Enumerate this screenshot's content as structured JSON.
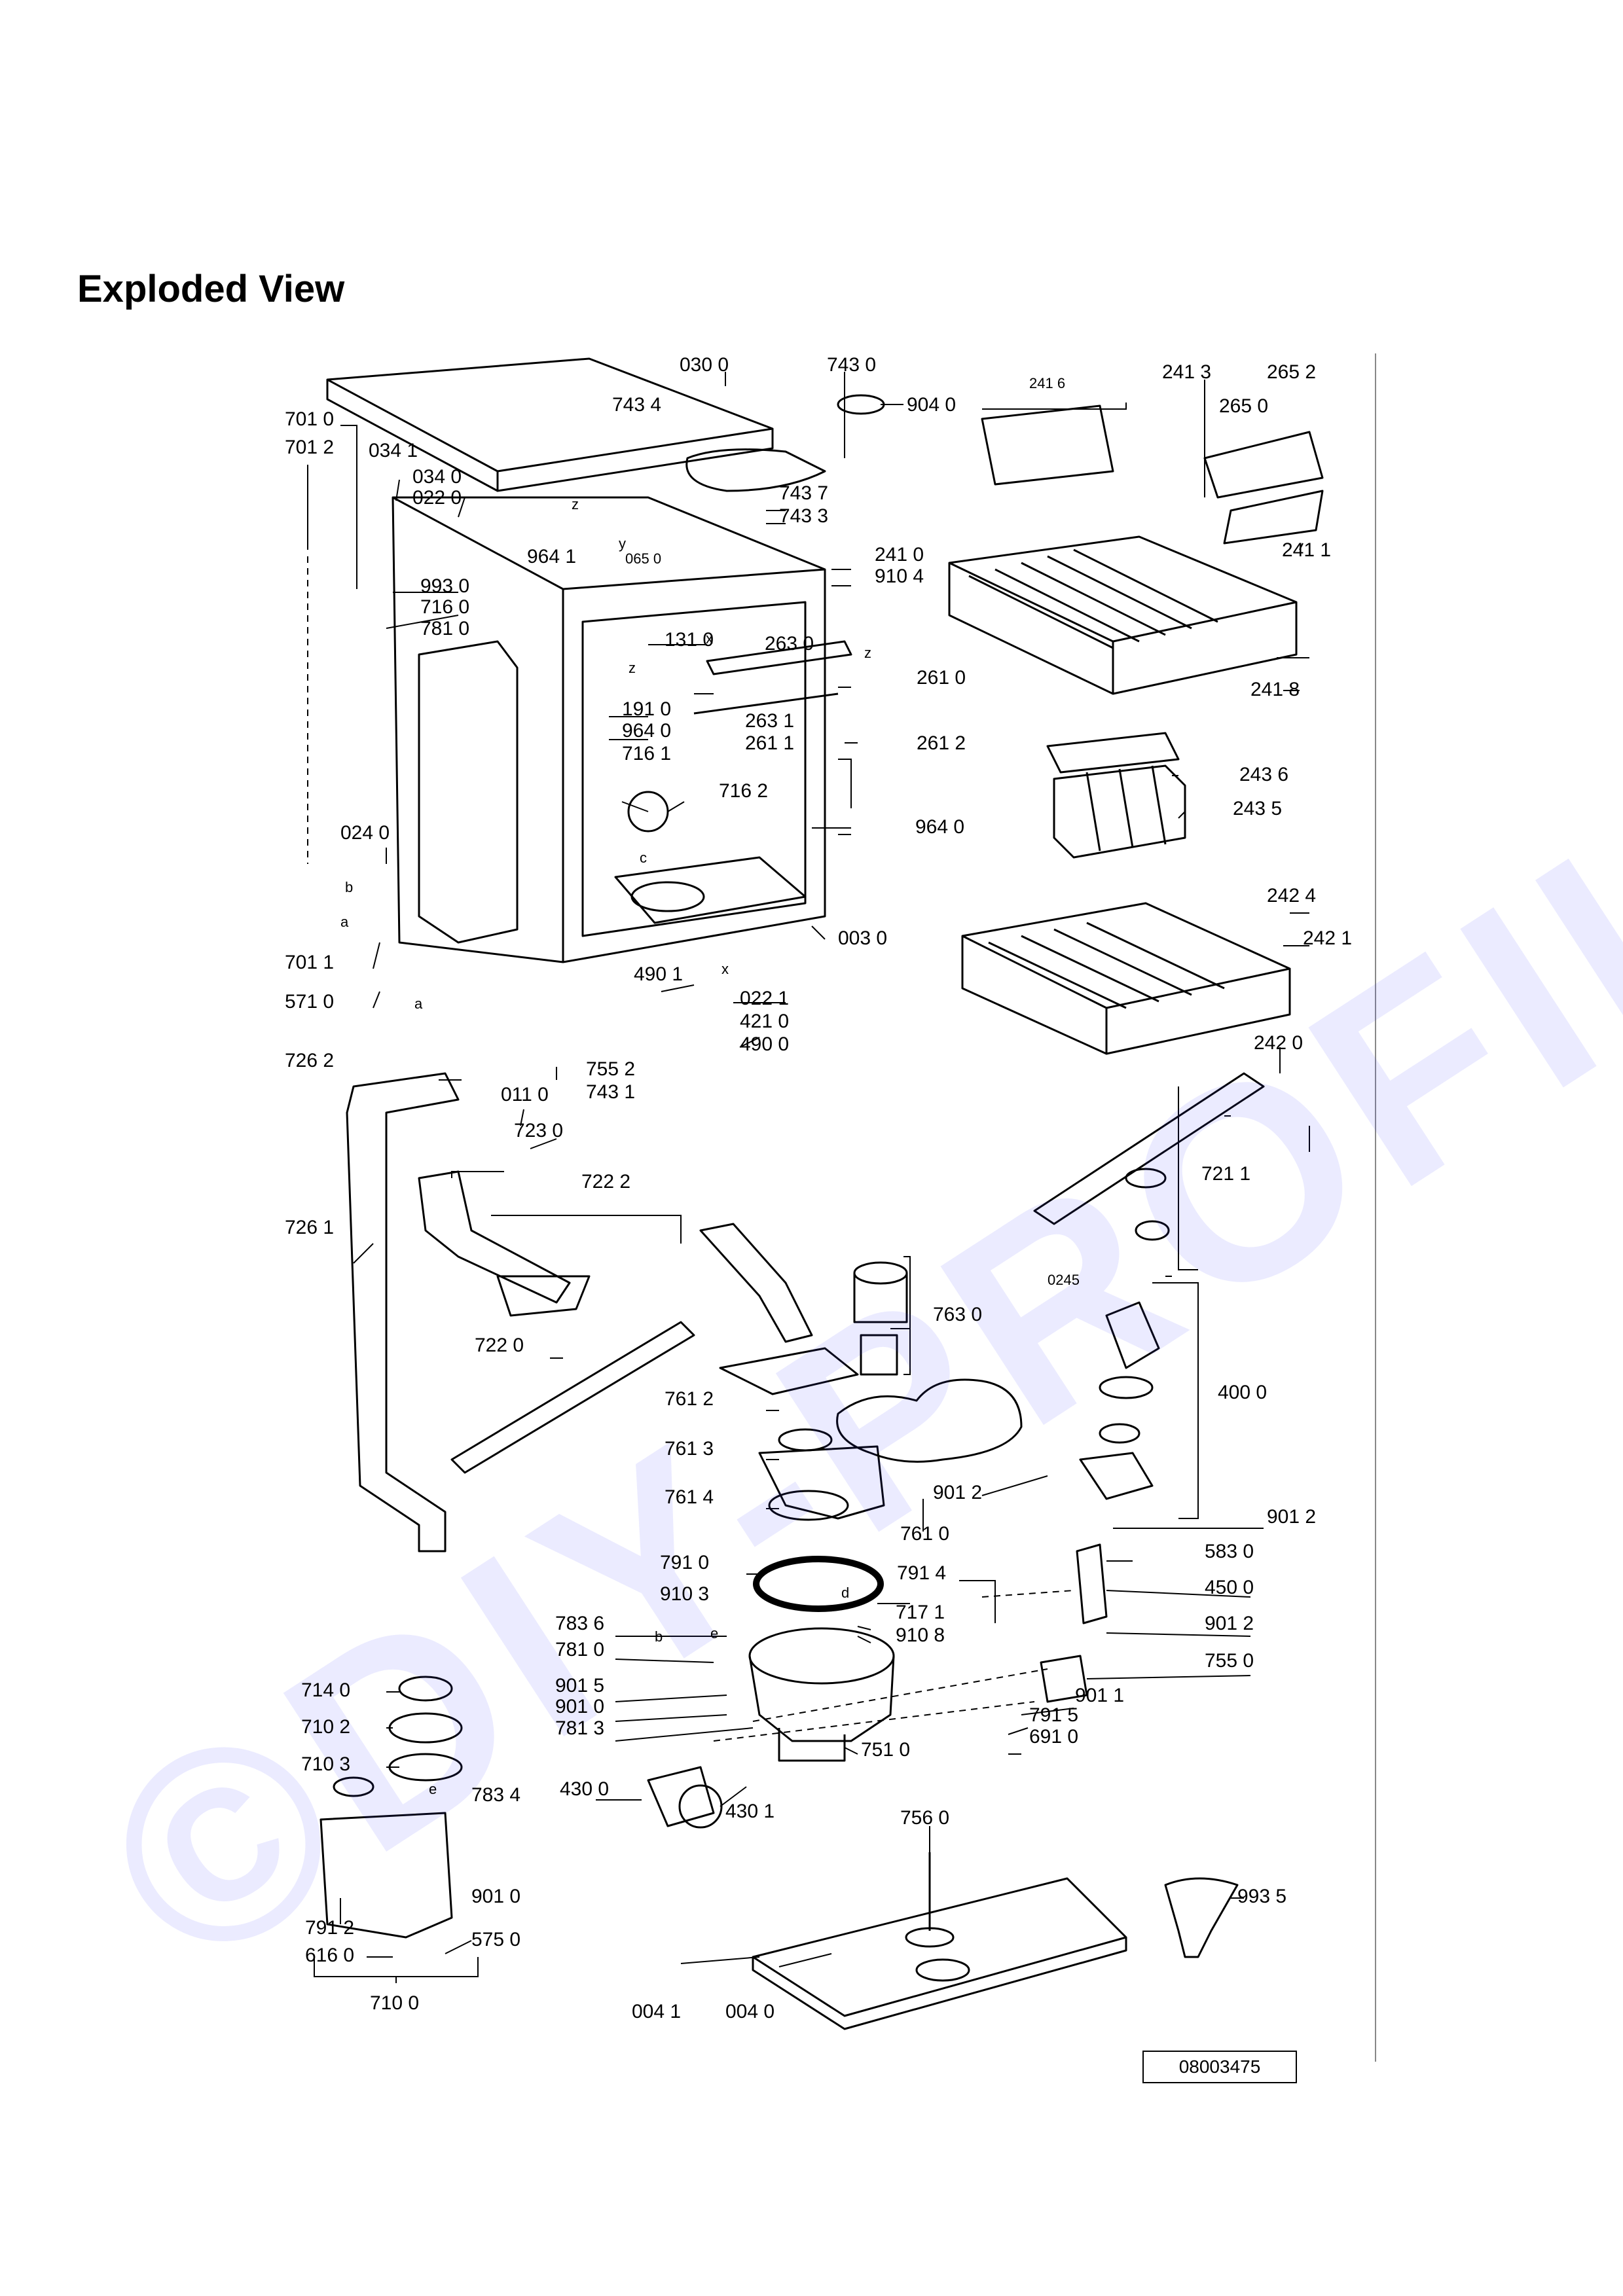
{
  "page_title": "Exploded View",
  "watermark": "©DIY-PROFIL.cz",
  "drawing_number": "08003475",
  "labels": {
    "l0300": "030 0",
    "l7430": "743 0",
    "l9040": "904 0",
    "l2416": "241 6",
    "l2413": "241 3",
    "l2652": "265 2",
    "l2650": "265 0",
    "l7434": "743 4",
    "l7010": "701 0",
    "l7012": "701 2",
    "l0341": "034 1",
    "l0340": "034 0",
    "l0220": "022 0",
    "l7437": "743 7",
    "l7433": "743 3",
    "l9641a": "964 1",
    "l0650": "065 0",
    "l2410": "241 0",
    "l9104": "910 4",
    "l2411": "241 1",
    "l9930": "993 0",
    "l7160": "716 0",
    "l7810": "781 0",
    "l1310": "131 0",
    "l2630": "263 0",
    "l2418": "241 8",
    "l2610": "261 0",
    "l1910": "191 0",
    "l9640a": "964 0",
    "l2631": "263 1",
    "l2611": "261 1",
    "l2612": "261 2",
    "l7161": "716 1",
    "l7162": "716 2",
    "l2436": "243 6",
    "l2435": "243 5",
    "l0240": "024 0",
    "l9640b": "964 0",
    "l2424": "242 4",
    "l2421": "242 1",
    "l0030": "003 0",
    "l7011": "701 1",
    "l4901": "490 1",
    "l0221": "022 1",
    "l4210": "421 0",
    "l5710": "571 0",
    "l4900": "490 0",
    "l2420": "242 0",
    "l7552": "755 2",
    "l7262": "726 2",
    "l0110": "011 0",
    "l7431": "743 1",
    "l7230": "723 0",
    "l7222": "722 2",
    "l7211": "721 1",
    "l7261": "726 1",
    "l0245": "0245",
    "l7630": "763 0",
    "l7220": "722 0",
    "l4000": "400 0",
    "l7612": "761 2",
    "l7613": "761 3",
    "l9012a": "901 2",
    "l7614": "761 4",
    "l7610": "761 0",
    "l9012b": "901 2",
    "l5830": "583 0",
    "l7910": "791 0",
    "l7914": "791 4",
    "l4500": "450 0",
    "l9103": "910 3",
    "l7171": "717 1",
    "l9012c": "901 2",
    "l7836": "783 6",
    "l9108": "910 8",
    "l7811": "781 0",
    "l7550": "755 0",
    "l7140": "714 0",
    "l9015": "901 5",
    "l9011": "901 1",
    "l9010a": "901 0",
    "l7915": "791 5",
    "l7102": "710 2",
    "l7813": "781 3",
    "l7510": "751 0",
    "l6910": "691 0",
    "l7103": "710 3",
    "l4300": "430 0",
    "l7834": "783 4",
    "l4301": "430 1",
    "l7560": "756 0",
    "l9935": "993 5",
    "l9010b": "901 0",
    "l7912": "791 2",
    "l5750": "575 0",
    "l6160": "616 0",
    "l0041": "004 1",
    "l0040": "004 0",
    "l7100": "710 0"
  },
  "letters": {
    "a": "a",
    "b": "b",
    "c": "c",
    "d": "d",
    "e": "e",
    "x": "x",
    "y": "y",
    "z": "z"
  }
}
